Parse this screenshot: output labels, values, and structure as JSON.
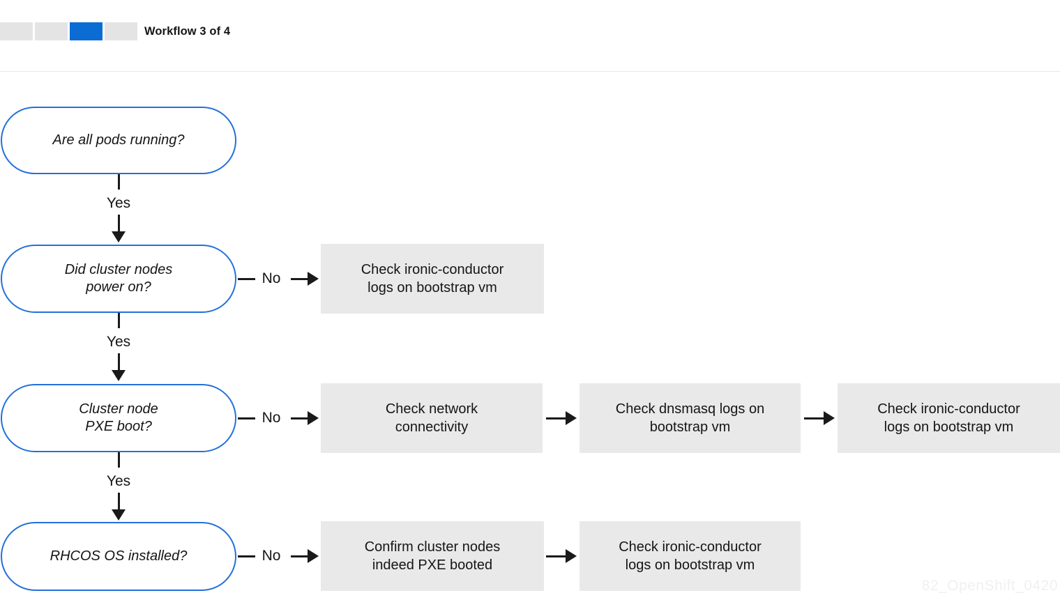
{
  "header": {
    "workflow_label": "Workflow 3 of 4",
    "progress": {
      "total": 4,
      "current": 3
    }
  },
  "labels": {
    "yes": "Yes",
    "no": "No"
  },
  "decisions": [
    {
      "id": "pods-running",
      "lines": [
        "Are all pods running?",
        ""
      ]
    },
    {
      "id": "nodes-power-on",
      "lines": [
        "Did cluster nodes",
        "power on?"
      ]
    },
    {
      "id": "pxe-boot",
      "lines": [
        "Cluster node",
        "PXE boot?"
      ]
    },
    {
      "id": "rhcos-installed",
      "lines": [
        "RHCOS OS installed?",
        ""
      ]
    }
  ],
  "actions": {
    "row2": [
      {
        "lines": [
          "Check ironic-conductor",
          "logs on bootstrap vm"
        ]
      }
    ],
    "row3": [
      {
        "lines": [
          "Check network",
          "connectivity"
        ]
      },
      {
        "lines": [
          "Check dnsmasq logs on",
          "bootstrap vm"
        ]
      },
      {
        "lines": [
          "Check ironic-conductor",
          "logs on bootstrap vm"
        ]
      }
    ],
    "row4": [
      {
        "lines": [
          "Confirm cluster nodes",
          "indeed PXE booted"
        ]
      },
      {
        "lines": [
          "Check ironic-conductor",
          "logs on bootstrap vm"
        ]
      }
    ]
  },
  "watermark": "82_OpenShift_0420",
  "colors": {
    "accent_blue": "#0b6cd4",
    "node_border_blue": "#2270da",
    "action_box_gray": "#e9e9e9",
    "progress_inactive_gray": "#e4e4e4",
    "text": "#151515",
    "connector": "#1a1a1a",
    "divider": "#e8e8e8",
    "watermark_gray": "#f0f0f1"
  }
}
